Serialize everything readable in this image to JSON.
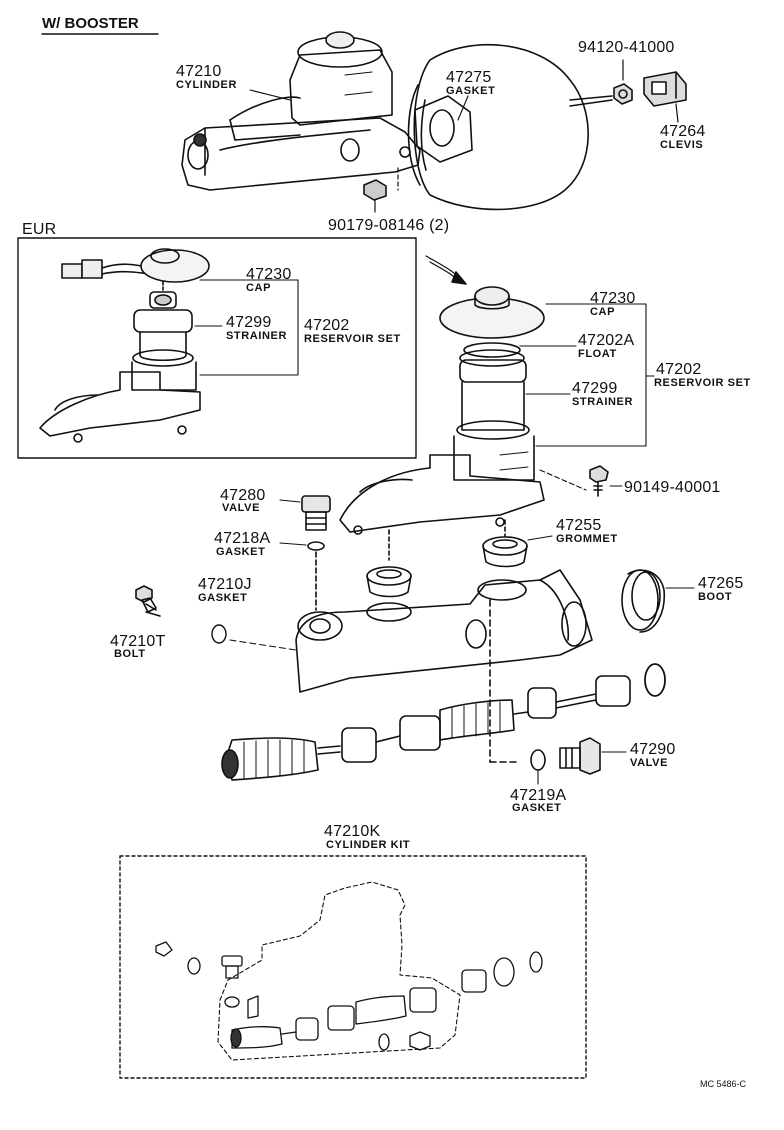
{
  "header": {
    "title": "W/ BOOSTER"
  },
  "eur_box_label": "EUR",
  "parts": [
    {
      "id": "p47210",
      "num": "47210",
      "name": "CYLINDER"
    },
    {
      "id": "p47275",
      "num": "47275",
      "name": "GASKET"
    },
    {
      "id": "p94120",
      "num": "94120-41000",
      "name": ""
    },
    {
      "id": "p47264",
      "num": "47264",
      "name": "CLEVIS"
    },
    {
      "id": "p90179",
      "num": "90179-08146 (2)",
      "name": ""
    },
    {
      "id": "p47230e",
      "num": "47230",
      "name": "CAP"
    },
    {
      "id": "p47299e",
      "num": "47299",
      "name": "STRAINER"
    },
    {
      "id": "p47202e",
      "num": "47202",
      "name": "RESERVOIR SET"
    },
    {
      "id": "p47230",
      "num": "47230",
      "name": "CAP"
    },
    {
      "id": "p47202A",
      "num": "47202A",
      "name": "FLOAT"
    },
    {
      "id": "p47299",
      "num": "47299",
      "name": "STRAINER"
    },
    {
      "id": "p47202",
      "num": "47202",
      "name": "RESERVOIR SET"
    },
    {
      "id": "p90149",
      "num": "90149-40001",
      "name": ""
    },
    {
      "id": "p47280",
      "num": "47280",
      "name": "VALVE"
    },
    {
      "id": "p47218A",
      "num": "47218A",
      "name": "GASKET"
    },
    {
      "id": "p47255",
      "num": "47255",
      "name": "GROMMET"
    },
    {
      "id": "p47210J",
      "num": "47210J",
      "name": "GASKET"
    },
    {
      "id": "p47265",
      "num": "47265",
      "name": "BOOT"
    },
    {
      "id": "p47210T",
      "num": "47210T",
      "name": "BOLT"
    },
    {
      "id": "p47290",
      "num": "47290",
      "name": "VALVE"
    },
    {
      "id": "p47219A",
      "num": "47219A",
      "name": "GASKET"
    },
    {
      "id": "p47210K",
      "num": "47210K",
      "name": "CYLINDER KIT"
    }
  ],
  "footer": {
    "code": "MC 5486-C"
  }
}
